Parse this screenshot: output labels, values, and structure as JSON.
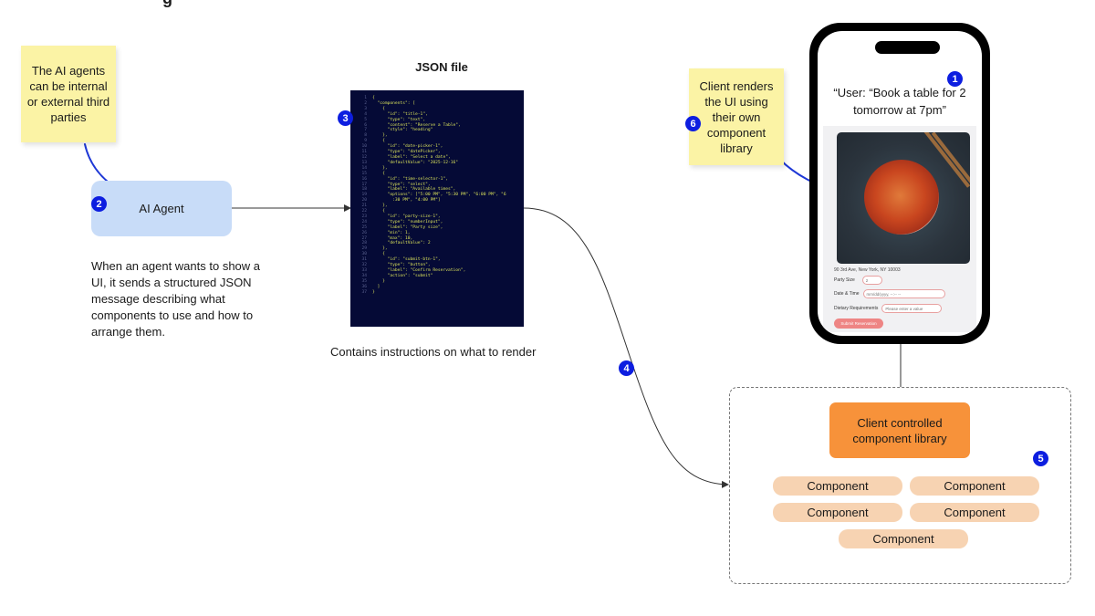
{
  "top_heading_fragment": "g",
  "sticky_agents": "The AI agents can be internal or external third parties",
  "sticky_client": "Client renders the UI using their own component library",
  "agent_label": "AI Agent",
  "agent_caption": "When an agent wants to show a UI, it sends a structured JSON message describing what components to use and how to arrange them.",
  "json_title": "JSON file",
  "json_caption": "Contains instructions on what to render",
  "badges": [
    "1",
    "2",
    "3",
    "4",
    "5",
    "6"
  ],
  "json_code": [
    "{",
    "  \"components\": [",
    "    {",
    "      \"id\": \"title-1\",",
    "      \"type\": \"text\",",
    "      \"content\": \"Reserve a Table\",",
    "      \"style\": \"heading\"",
    "    },",
    "    {",
    "      \"id\": \"date-picker-1\",",
    "      \"type\": \"datePicker\",",
    "      \"label\": \"Select a date\",",
    "      \"defaultValue\": \"2025-12-16\"",
    "    },",
    "    {",
    "      \"id\": \"time-selector-1\",",
    "      \"type\": \"select\",",
    "      \"label\": \"Available times\",",
    "      \"options\": [\"5:00 PM\", \"5:30 PM\", \"6:00 PM\", \"6",
    "        :30 PM\", \"4:00 PM\"]",
    "    },",
    "    {",
    "      \"id\": \"party-size-1\",",
    "      \"type\": \"numberInput\",",
    "      \"label\": \"Party size\",",
    "      \"min\": 1,",
    "      \"max\": 10,",
    "      \"defaultValue\": 2",
    "    },",
    "    {",
    "      \"id\": \"submit-btn-1\",",
    "      \"type\": \"button\",",
    "      \"label\": \"Confirm Reservation\",",
    "      \"action\": \"submit\"",
    "    }",
    "  ]",
    "}"
  ],
  "phone": {
    "prompt": "“User: “Book a table for 2 tomorrow at 7pm”",
    "address": "90 3rd Ave, New York, NY 10003",
    "party_label": "Party Size",
    "party_value": "2",
    "date_label": "Date & Time",
    "date_value": "mm/dd/yyyy, --:-- --",
    "diet_label": "Dietary Requirements",
    "diet_placeholder": "Please enter a value",
    "submit_label": "Submit Reservation"
  },
  "library_label": "Client controlled component library",
  "components": [
    "Component",
    "Component",
    "Component",
    "Component",
    "Component"
  ],
  "colors": {
    "agent_box": "#c8dcf8",
    "sticky": "#fbf3a5",
    "code_bg": "#050a36",
    "badge": "#0d1ee0",
    "library_box": "#f7923a",
    "component": "#f7d3b2",
    "submit": "#ee8584"
  }
}
